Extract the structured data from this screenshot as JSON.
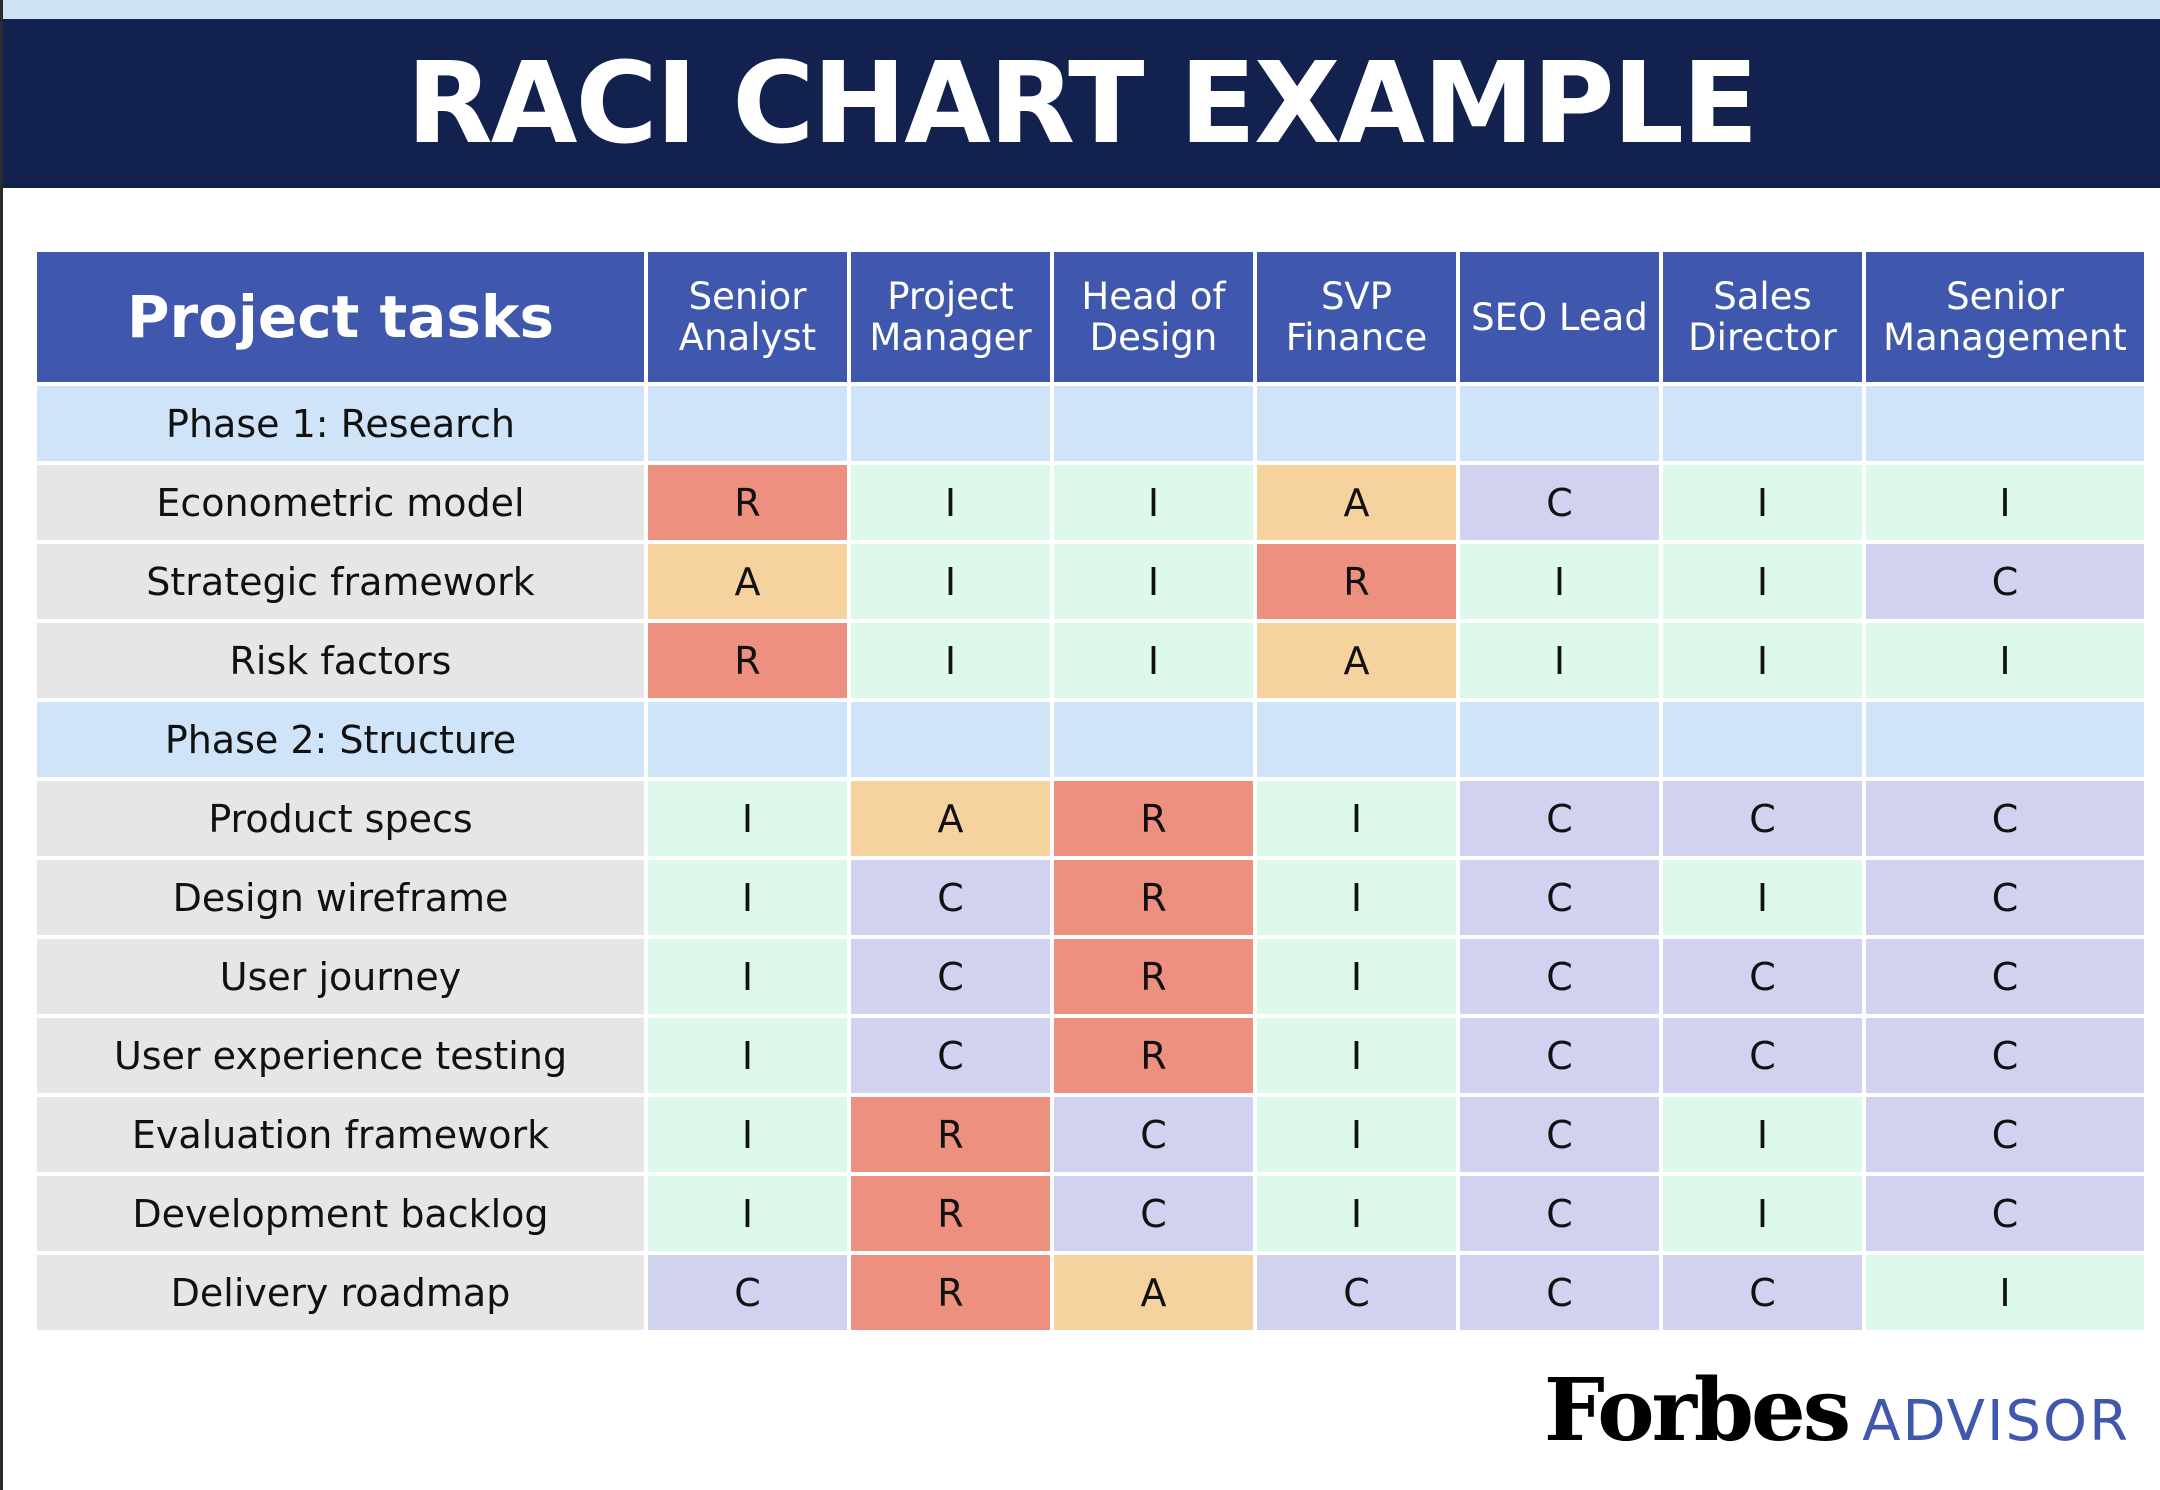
{
  "title": "RACI CHART EXAMPLE",
  "colors": {
    "R": "#ee9080",
    "A": "#f6d29f",
    "C": "#d0d2f0",
    "I": "#dcf9eb",
    "header_bg": "#3f58ad",
    "banner_bg": "#13214f",
    "phase_bg": "#cfe3f9",
    "task_bg": "#e6e6e6"
  },
  "chart_data": {
    "type": "table",
    "title": "RACI CHART EXAMPLE",
    "columns": [
      "Project tasks",
      "Senior Analyst",
      "Project Manager",
      "Head of Design",
      "SVP Finance",
      "SEO Lead",
      "Sales Director",
      "Senior Management"
    ],
    "rows": [
      {
        "task": "Phase 1: Research",
        "phase": true,
        "values": []
      },
      {
        "task": "Econometric model",
        "values": [
          "R",
          "I",
          "I",
          "A",
          "C",
          "I",
          "I"
        ]
      },
      {
        "task": "Strategic framework",
        "values": [
          "A",
          "I",
          "I",
          "R",
          "I",
          "I",
          "C"
        ]
      },
      {
        "task": "Risk factors",
        "values": [
          "R",
          "I",
          "I",
          "A",
          "I",
          "I",
          "I"
        ]
      },
      {
        "task": "Phase 2: Structure",
        "phase": true,
        "values": []
      },
      {
        "task": "Product specs",
        "values": [
          "I",
          "A",
          "R",
          "I",
          "C",
          "C",
          "C"
        ]
      },
      {
        "task": "Design wireframe",
        "values": [
          "I",
          "C",
          "R",
          "I",
          "C",
          "I",
          "C"
        ]
      },
      {
        "task": "User journey",
        "values": [
          "I",
          "C",
          "R",
          "I",
          "C",
          "C",
          "C"
        ]
      },
      {
        "task": "User experience testing",
        "values": [
          "I",
          "C",
          "R",
          "I",
          "C",
          "C",
          "C"
        ]
      },
      {
        "task": "Evaluation framework",
        "values": [
          "I",
          "R",
          "C",
          "I",
          "C",
          "I",
          "C"
        ]
      },
      {
        "task": "Development backlog",
        "values": [
          "I",
          "R",
          "C",
          "I",
          "C",
          "I",
          "C"
        ]
      },
      {
        "task": "Delivery roadmap",
        "values": [
          "C",
          "R",
          "A",
          "C",
          "C",
          "C",
          "I"
        ]
      }
    ]
  },
  "footer": {
    "brand": "Forbes",
    "product": "ADVISOR"
  }
}
